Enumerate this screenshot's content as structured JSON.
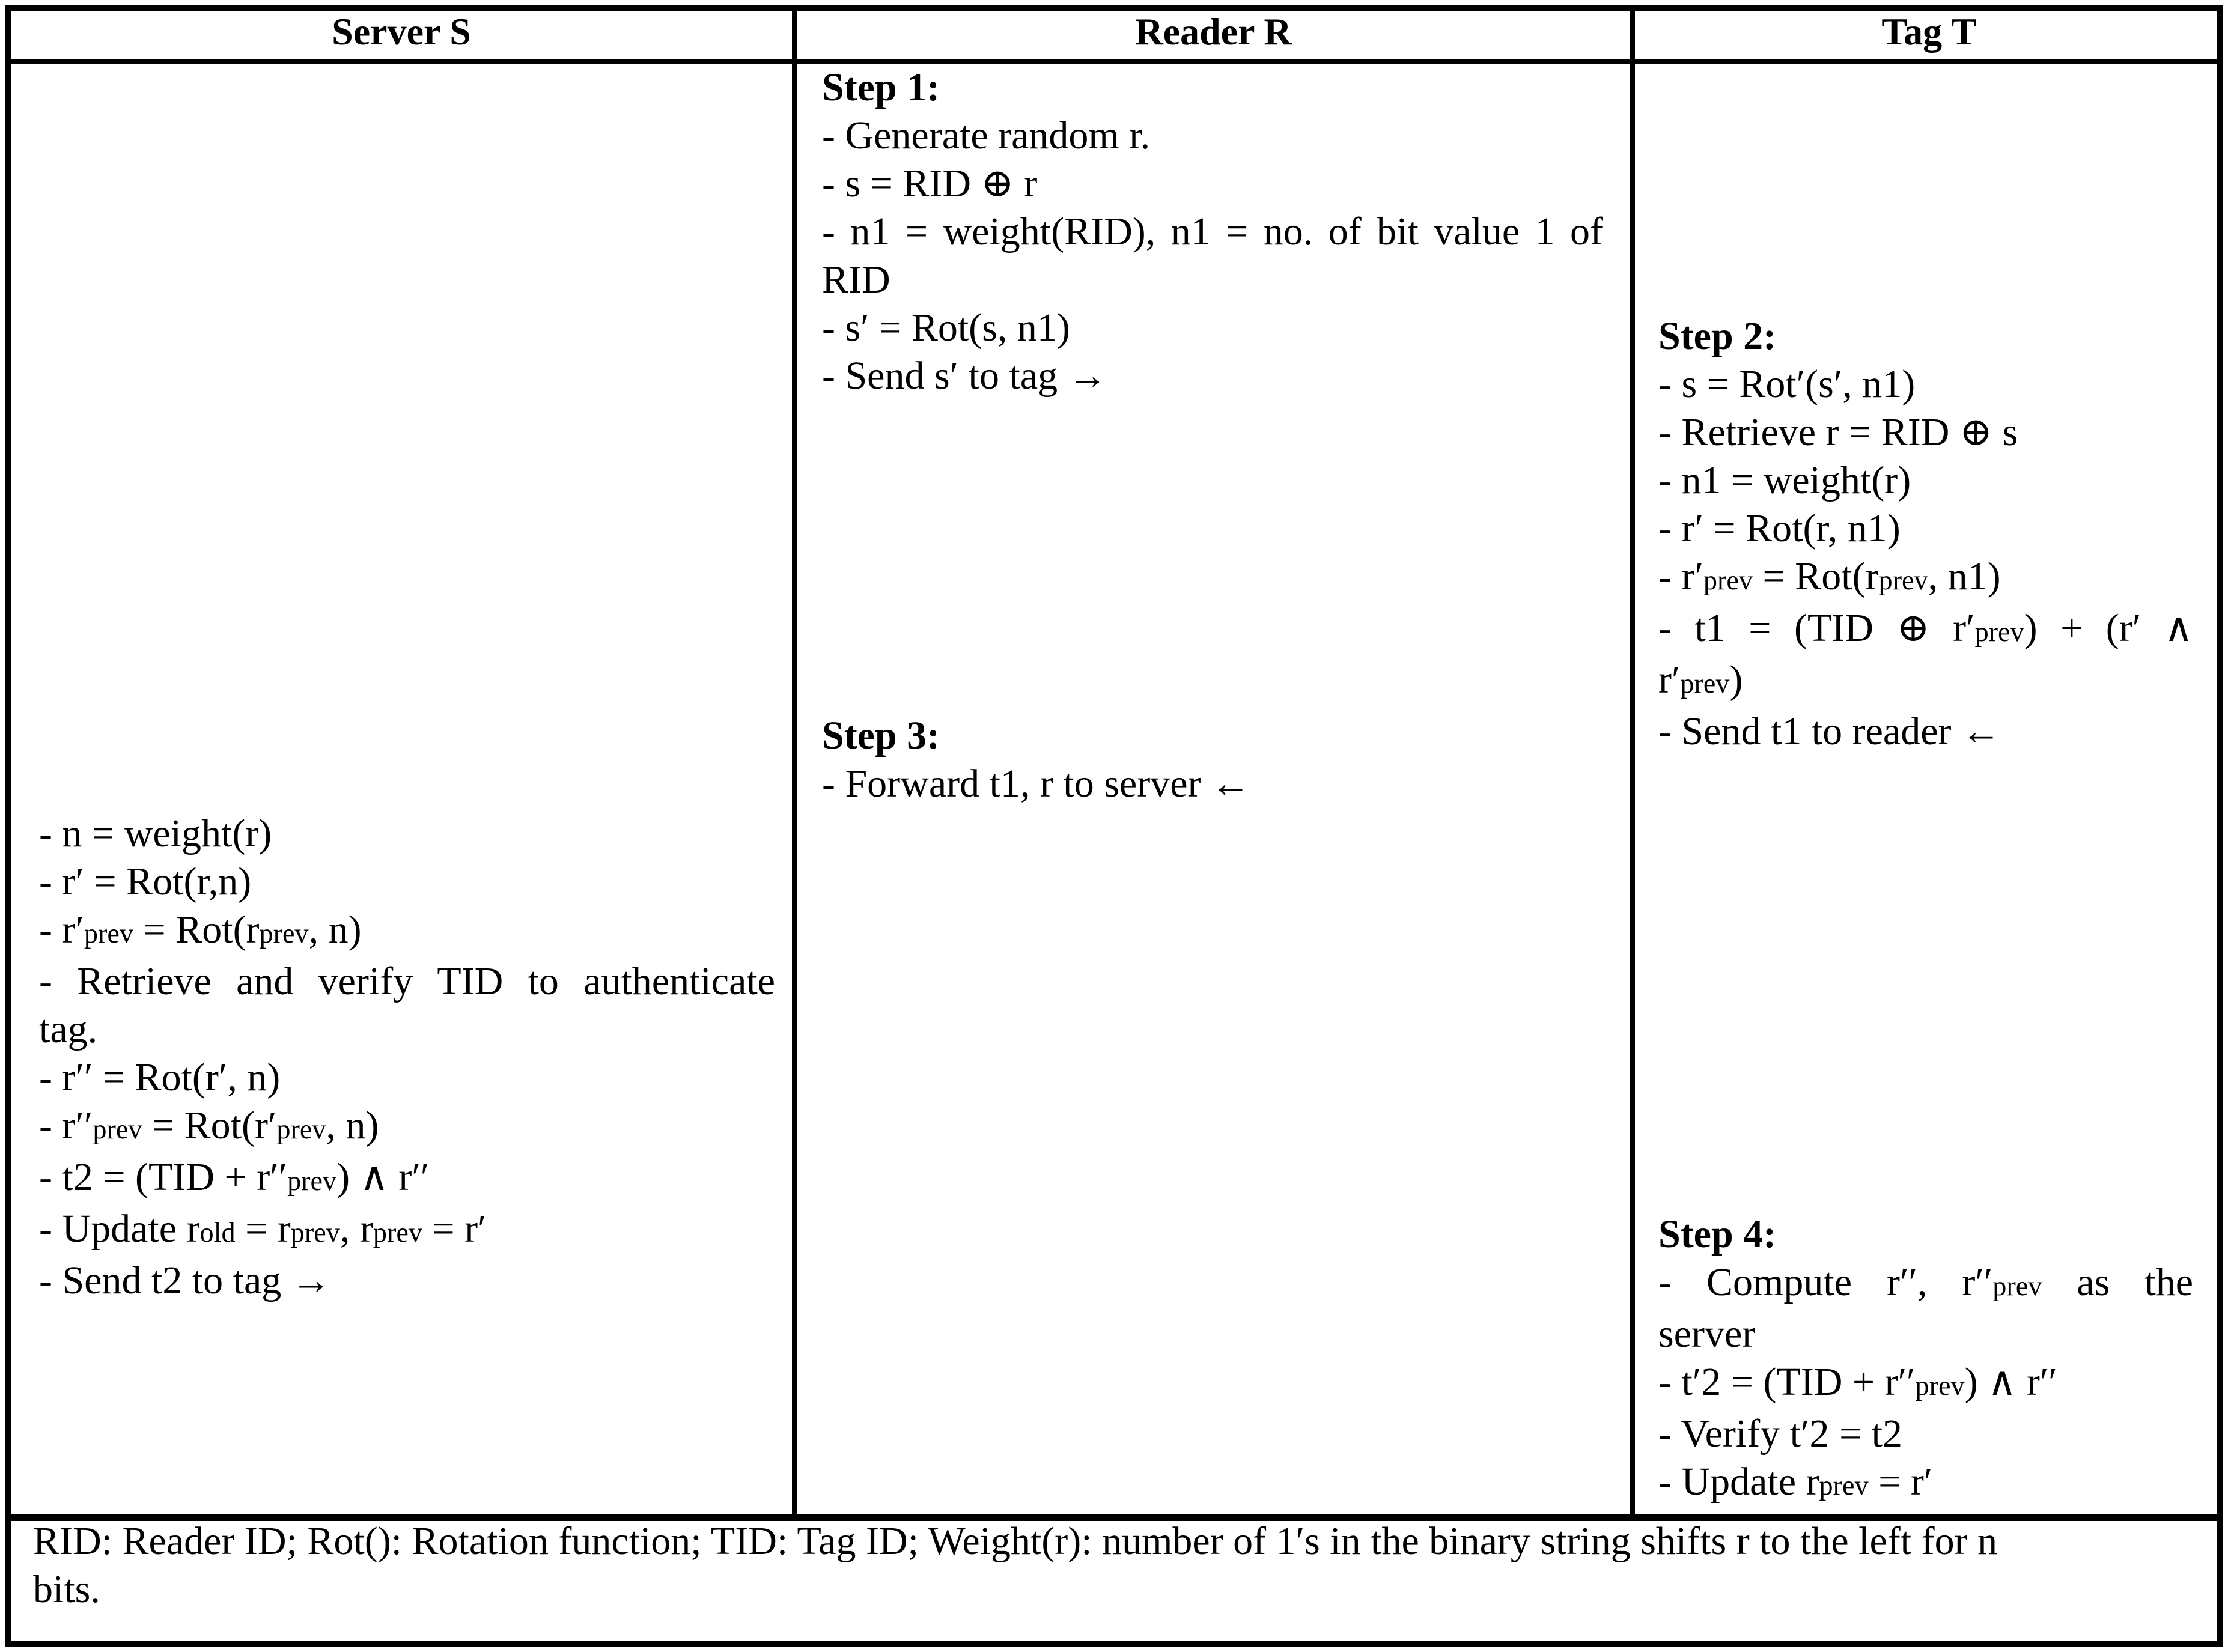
{
  "page": {
    "background_color": "#ffffff",
    "text_color": "#000000",
    "border_color": "#000000"
  },
  "columns": {
    "server": {
      "title": "Server S",
      "blocks": [
        {
          "lines": [
            {
              "seg": [
                {
                  "t": "- n = weight(r)"
                }
              ]
            },
            {
              "seg": [
                {
                  "t": "- r′ = Rot(r,n)"
                }
              ]
            },
            {
              "seg": [
                {
                  "t": "- r′"
                },
                {
                  "s": "prev"
                },
                {
                  "t": " = Rot(r"
                },
                {
                  "s": "prev"
                },
                {
                  "t": ", n)"
                }
              ]
            },
            {
              "jf": true,
              "seg": [
                {
                  "t": "- Retrieve and verify TID to authenticate"
                }
              ]
            },
            {
              "seg": [
                {
                  "t": "tag."
                }
              ]
            },
            {
              "seg": [
                {
                  "t": "- r′′ = Rot(r′, n)"
                }
              ]
            },
            {
              "seg": [
                {
                  "t": "- r′′"
                },
                {
                  "s": "prev"
                },
                {
                  "t": " = Rot(r′"
                },
                {
                  "s": "prev"
                },
                {
                  "t": ", n)"
                }
              ]
            },
            {
              "seg": [
                {
                  "t": "- t2 = (TID + r′′"
                },
                {
                  "s": "prev"
                },
                {
                  "t": ") ∧ r′′"
                }
              ]
            },
            {
              "seg": [
                {
                  "t": "- Update r"
                },
                {
                  "s": "old"
                },
                {
                  "t": " = r"
                },
                {
                  "s": "prev"
                },
                {
                  "t": ", r"
                },
                {
                  "s": "prev"
                },
                {
                  "t": " = r′"
                }
              ]
            },
            {
              "seg": [
                {
                  "t": "- Send t2 to tag →"
                }
              ]
            }
          ]
        }
      ]
    },
    "reader": {
      "title": "Reader R",
      "blocks": [
        {
          "heading": "Step 1:",
          "lines": [
            {
              "seg": [
                {
                  "t": "- Generate random r."
                }
              ]
            },
            {
              "seg": [
                {
                  "t": "- s = RID ⊕ r"
                }
              ]
            },
            {
              "jf": true,
              "seg": [
                {
                  "t": "- n1 = weight(RID), n1 = no. of bit value 1 of"
                }
              ]
            },
            {
              "seg": [
                {
                  "t": "RID"
                }
              ]
            },
            {
              "seg": [
                {
                  "t": "- s′ = Rot(s, n1)"
                }
              ]
            },
            {
              "seg": [
                {
                  "t": "- Send s′ to tag →"
                }
              ]
            }
          ]
        },
        {
          "heading": "Step 3:",
          "lines": [
            {
              "seg": [
                {
                  "t": "- Forward t1, r to server ←"
                }
              ]
            }
          ]
        }
      ]
    },
    "tag": {
      "title": "Tag T",
      "blocks": [
        {
          "heading": "Step 2:",
          "lines": [
            {
              "seg": [
                {
                  "t": "- s = Rot′(s′, n1)"
                }
              ]
            },
            {
              "seg": [
                {
                  "t": "- Retrieve r = RID ⊕ s"
                }
              ]
            },
            {
              "seg": [
                {
                  "t": "- n1 = weight(r)"
                }
              ]
            },
            {
              "seg": [
                {
                  "t": "- r′ = Rot(r, n1)"
                }
              ]
            },
            {
              "seg": [
                {
                  "t": "- r′"
                },
                {
                  "s": "prev"
                },
                {
                  "t": " = Rot(r"
                },
                {
                  "s": "prev"
                },
                {
                  "t": ", n1)"
                }
              ]
            },
            {
              "jf": true,
              "seg": [
                {
                  "t": "- t1 = (TID ⊕ r′"
                },
                {
                  "s": "prev"
                },
                {
                  "t": ") + (r′ ∧"
                }
              ]
            },
            {
              "seg": [
                {
                  "t": "r′"
                },
                {
                  "s": "prev"
                },
                {
                  "t": ")"
                }
              ]
            },
            {
              "seg": [
                {
                  "t": "- Send t1 to reader ←"
                }
              ]
            }
          ]
        },
        {
          "heading": "Step 4:",
          "lines": [
            {
              "jf": true,
              "seg": [
                {
                  "t": "- Compute r′′, r′′"
                },
                {
                  "s": "prev"
                },
                {
                  "t": " as the"
                }
              ]
            },
            {
              "seg": [
                {
                  "t": "server"
                }
              ]
            },
            {
              "seg": [
                {
                  "t": "- t′2 = (TID + r′′"
                },
                {
                  "s": "prev"
                },
                {
                  "t": ") ∧ r′′"
                }
              ]
            },
            {
              "seg": [
                {
                  "t": "- Verify t′2 = t2"
                }
              ]
            },
            {
              "seg": [
                {
                  "t": "- Update r"
                },
                {
                  "s": "prev"
                },
                {
                  "t": " = r′"
                }
              ]
            }
          ]
        }
      ]
    }
  },
  "footer": {
    "lines": [
      "RID: Reader ID; Rot(): Rotation function; TID: Tag ID; Weight(r): number of 1′s in the binary string shifts r to the left for n",
      "bits."
    ]
  }
}
